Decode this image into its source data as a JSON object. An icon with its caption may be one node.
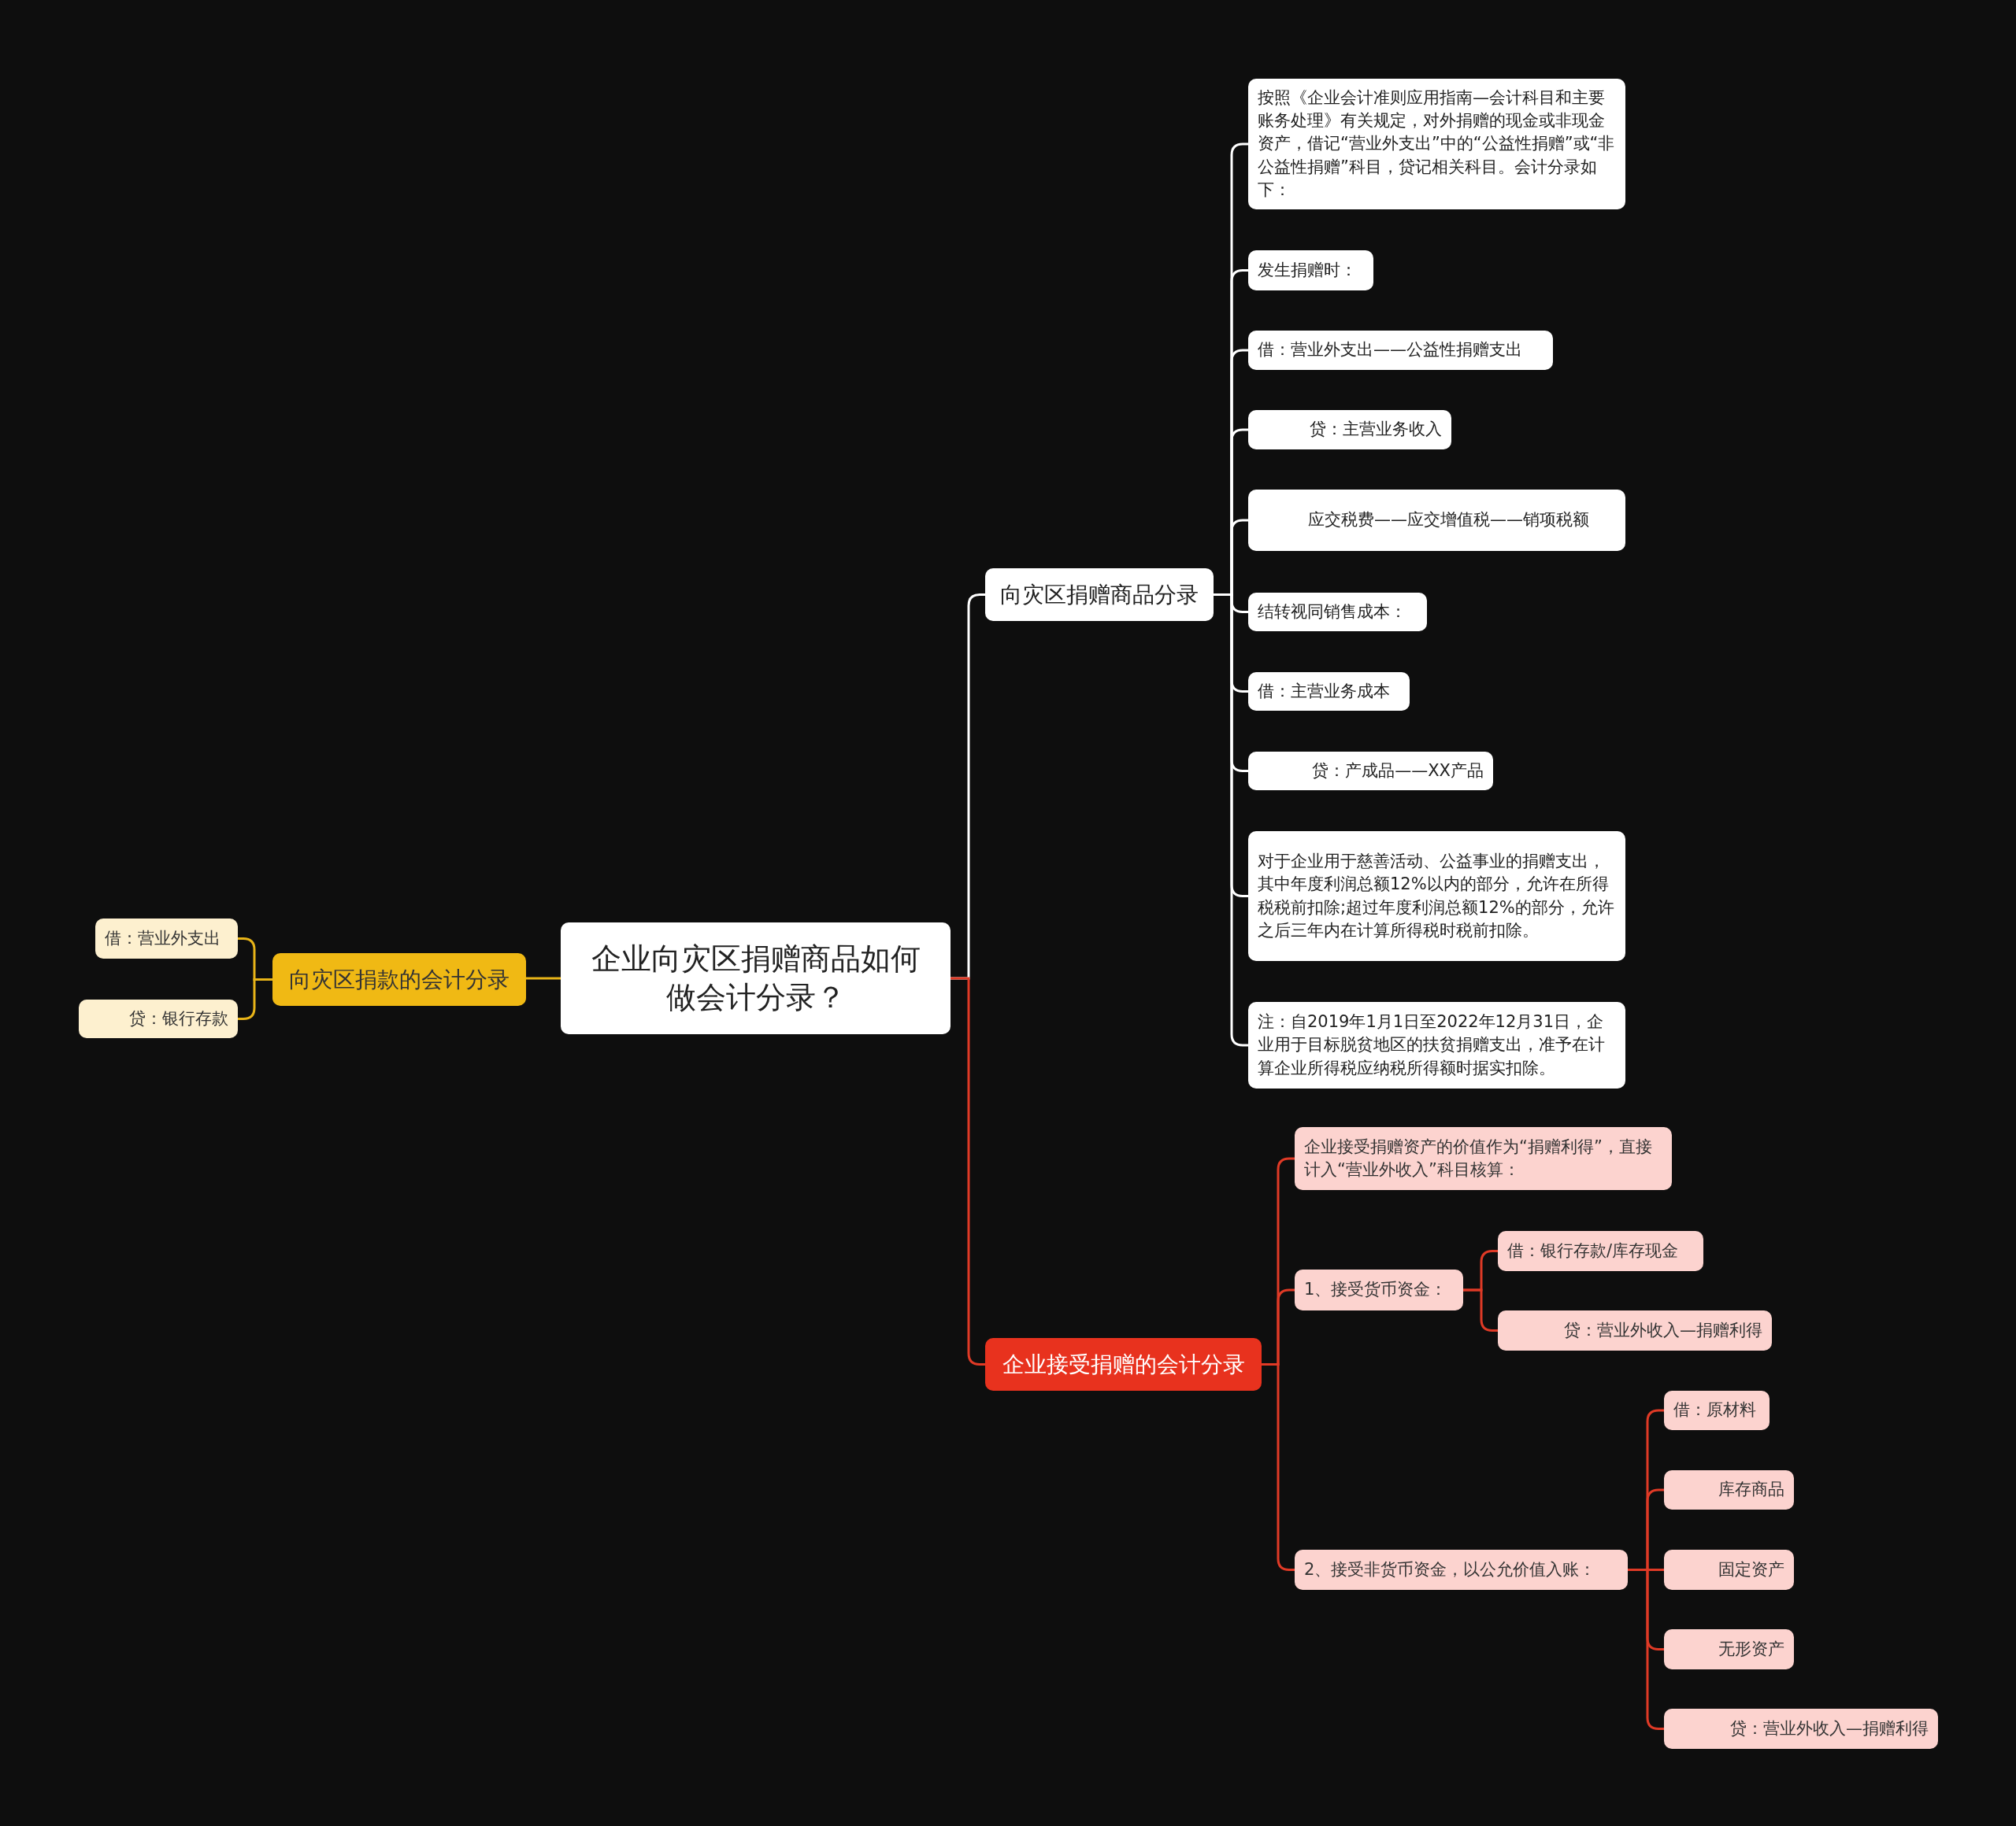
{
  "diagram": {
    "nodes": [
      {
        "text": [
          "企业向灾区捐赠商品如何做会计分录？"
        ]
      },
      {
        "text": [
          "向灾区捐款的会计分录"
        ]
      },
      {
        "text": [
          "借：营业外支出"
        ]
      },
      {
        "text": [
          "贷：银行存款"
        ]
      },
      {
        "text": [
          "向灾区捐赠商品分录"
        ]
      },
      {
        "text": [
          "按照《企业会计准则应用指南—会计科目和主要账务处理》有关规定，对外捐赠的现金或非现金资产，借记“营业外支出”中的“公益性捐赠”或“非公益性捐赠”科目，贷记相关科目。会计分录如下："
        ]
      },
      {
        "text": [
          "发生捐赠时："
        ]
      },
      {
        "text": [
          "借：营业外支出——公益性捐赠支出"
        ]
      },
      {
        "text": [
          "贷：主营业务收入"
        ]
      },
      {
        "text": [
          "应交税费——应交增值税——销项税额"
        ]
      },
      {
        "text": [
          "结转视同销售成本："
        ]
      },
      {
        "text": [
          "借：主营业务成本"
        ]
      },
      {
        "text": [
          "贷：产成品——XX产品"
        ]
      },
      {
        "text": [
          "对于企业用于慈善活动、公益事业的捐赠支出，其中年度利润总额12%以内的部分，允许在所得税税前扣除;超过年度利润总额12%的部分，允许之后三年内在计算所得税时税前扣除。"
        ]
      },
      {
        "text": [
          "注：自2019年1月1日至2022年12月31日，企业用于目标脱贫地区的扶贫捐赠支出，准予在计算企业所得税应纳税所得额时据实扣除。"
        ]
      },
      {
        "text": [
          "企业接受捐赠的会计分录"
        ]
      },
      {
        "text": [
          "企业接受捐赠资产的价值作为“捐赠利得”，直接计入“营业外收入”科目核算："
        ]
      },
      {
        "text": [
          "1、接受货币资金："
        ]
      },
      {
        "text": [
          "借：银行存款/库存现金"
        ]
      },
      {
        "text": [
          "贷：营业外收入—捐赠利得"
        ]
      },
      {
        "text": [
          "2、接受非货币资金，以公允价值入账："
        ]
      },
      {
        "text": [
          "借：原材料"
        ]
      },
      {
        "text": [
          "库存商品"
        ]
      },
      {
        "text": [
          "固定资产"
        ]
      },
      {
        "text": [
          "无形资产"
        ]
      },
      {
        "text": [
          "贷：营业外收入—捐赠利得"
        ]
      }
    ],
    "edges": [
      {
        "from": 0,
        "to": 1,
        "arrow": "none",
        "color": "#e8b418"
      },
      {
        "from": 1,
        "to": 2,
        "arrow": "none",
        "color": "#e8b418"
      },
      {
        "from": 1,
        "to": 3,
        "arrow": "none",
        "color": "#e8b418"
      },
      {
        "from": 0,
        "to": 4,
        "arrow": "none",
        "color": "#ffffff"
      },
      {
        "from": 4,
        "to": 5,
        "arrow": "none",
        "color": "#ffffff"
      },
      {
        "from": 4,
        "to": 6,
        "arrow": "none",
        "color": "#ffffff"
      },
      {
        "from": 4,
        "to": 7,
        "arrow": "none",
        "color": "#ffffff"
      },
      {
        "from": 4,
        "to": 8,
        "arrow": "none",
        "color": "#ffffff"
      },
      {
        "from": 4,
        "to": 9,
        "arrow": "none",
        "color": "#ffffff"
      },
      {
        "from": 4,
        "to": 10,
        "arrow": "none",
        "color": "#ffffff"
      },
      {
        "from": 4,
        "to": 11,
        "arrow": "none",
        "color": "#ffffff"
      },
      {
        "from": 4,
        "to": 12,
        "arrow": "none",
        "color": "#ffffff"
      },
      {
        "from": 4,
        "to": 13,
        "arrow": "none",
        "color": "#ffffff"
      },
      {
        "from": 4,
        "to": 14,
        "arrow": "none",
        "color": "#ffffff"
      },
      {
        "from": 0,
        "to": 15,
        "arrow": "none",
        "color": "#e03a26"
      },
      {
        "from": 15,
        "to": 16,
        "arrow": "none",
        "color": "#e03a26"
      },
      {
        "from": 15,
        "to": 17,
        "arrow": "none",
        "color": "#e03a26"
      },
      {
        "from": 15,
        "to": 20,
        "arrow": "none",
        "color": "#e03a26"
      },
      {
        "from": 17,
        "to": 18,
        "arrow": "none",
        "color": "#e03a26"
      },
      {
        "from": 17,
        "to": 19,
        "arrow": "none",
        "color": "#e03a26"
      },
      {
        "from": 20,
        "to": 21,
        "arrow": "none",
        "color": "#e03a26"
      },
      {
        "from": 20,
        "to": 22,
        "arrow": "none",
        "color": "#e03a26"
      },
      {
        "from": 20,
        "to": 23,
        "arrow": "none",
        "color": "#e03a26"
      },
      {
        "from": 20,
        "to": 24,
        "arrow": "none",
        "color": "#e03a26"
      },
      {
        "from": 20,
        "to": 25,
        "arrow": "none",
        "color": "#e03a26"
      }
    ]
  }
}
